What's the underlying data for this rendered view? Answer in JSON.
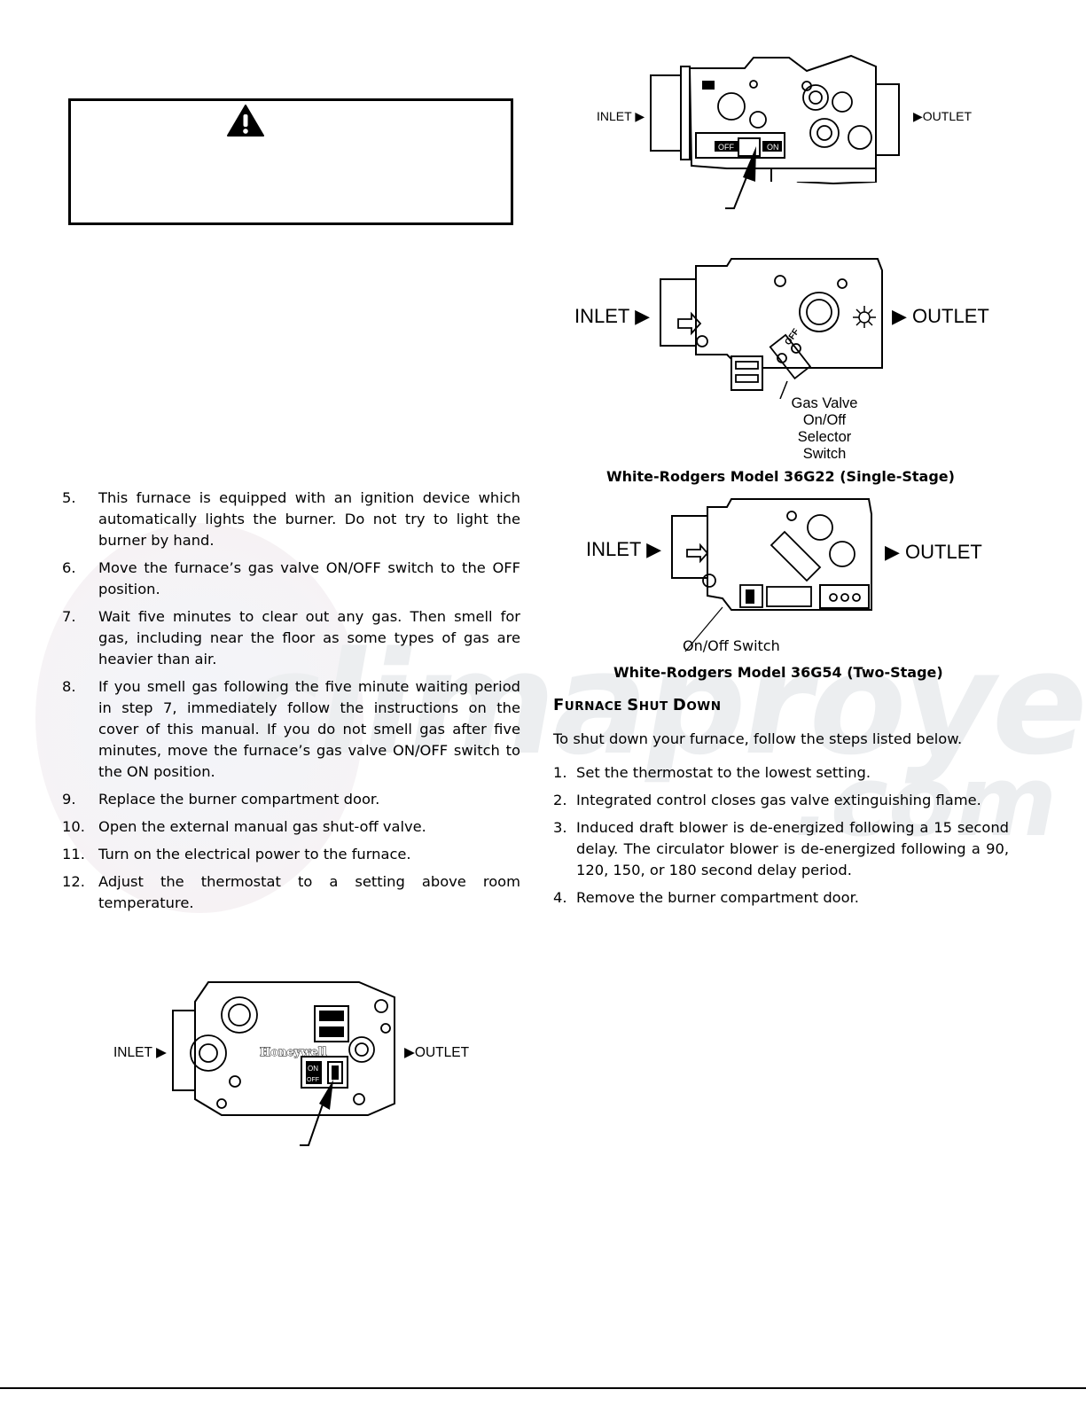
{
  "warning": {
    "icon": "warning-triangle-icon"
  },
  "steps": [
    {
      "num": "5.",
      "text": "This furnace is equipped with an ignition device which automatically lights the burner.  Do not try to light the burner by hand."
    },
    {
      "num": "6.",
      "text": "Move the furnace’s gas valve ON/OFF switch to the OFF position."
    },
    {
      "num": "7.",
      "text": "Wait five minutes to clear out any gas.  Then smell for gas, including near the floor as some types of gas are heavier than air."
    },
    {
      "num": "8.",
      "text": "If you smell gas following the five minute waiting period in step 7, immediately follow the instructions on the cover of this manual.  If you do not smell gas after five minutes,  move the furnace’s gas valve ON/OFF switch to the ON position."
    },
    {
      "num": "9.",
      "text": "Replace the burner compartment door."
    },
    {
      "num": "10.",
      "text": "Open the external manual gas shut-off valve."
    },
    {
      "num": "11.",
      "text": "Turn on the electrical power to the furnace."
    },
    {
      "num": "12.",
      "text": "Adjust the thermostat to a setting above room temperature."
    }
  ],
  "figures": {
    "valve_top": {
      "inlet": "INLET",
      "outlet": "OUTLET",
      "switch_off": "OFF",
      "switch_on": "ON"
    },
    "valve_36g22": {
      "inlet": "INLET",
      "outlet": "OUTLET",
      "callout_1": "Gas Valve",
      "callout_2": "On/Off",
      "callout_3": "Selector",
      "callout_4": "Switch",
      "caption": "White-Rodgers Model 36G22 (Single-Stage)"
    },
    "valve_36g54": {
      "inlet": "INLET",
      "outlet": "OUTLET",
      "callout": "On/Off Switch",
      "caption": "White-Rodgers Model 36G54 (Two-Stage)"
    },
    "valve_honeywell": {
      "inlet": "INLET",
      "outlet": "OUTLET",
      "brand": "Honeywell",
      "switch_on": "ON",
      "switch_off": "OFF"
    }
  },
  "shutdown": {
    "title_cap1": "F",
    "title_rest1": "URNACE ",
    "title_cap2": "S",
    "title_rest2": "HUT ",
    "title_cap3": "D",
    "title_rest3": "OWN",
    "intro": "To shut down your furnace, follow the steps listed below.",
    "steps": [
      {
        "num": "1.",
        "text": "Set the thermostat to the lowest setting."
      },
      {
        "num": "2.",
        "text": "Integrated control closes gas valve extinguishing flame."
      },
      {
        "num": "3.",
        "text": "Induced draft blower is de-energized following a 15 second delay.  The circulator blower is de-energized following a 90, 120, 150, or 180 second delay period."
      },
      {
        "num": "4.",
        "text": "Remove the burner compartment door."
      }
    ]
  },
  "watermark": {
    "word": "climaproyectos",
    "suffix": ".com"
  }
}
